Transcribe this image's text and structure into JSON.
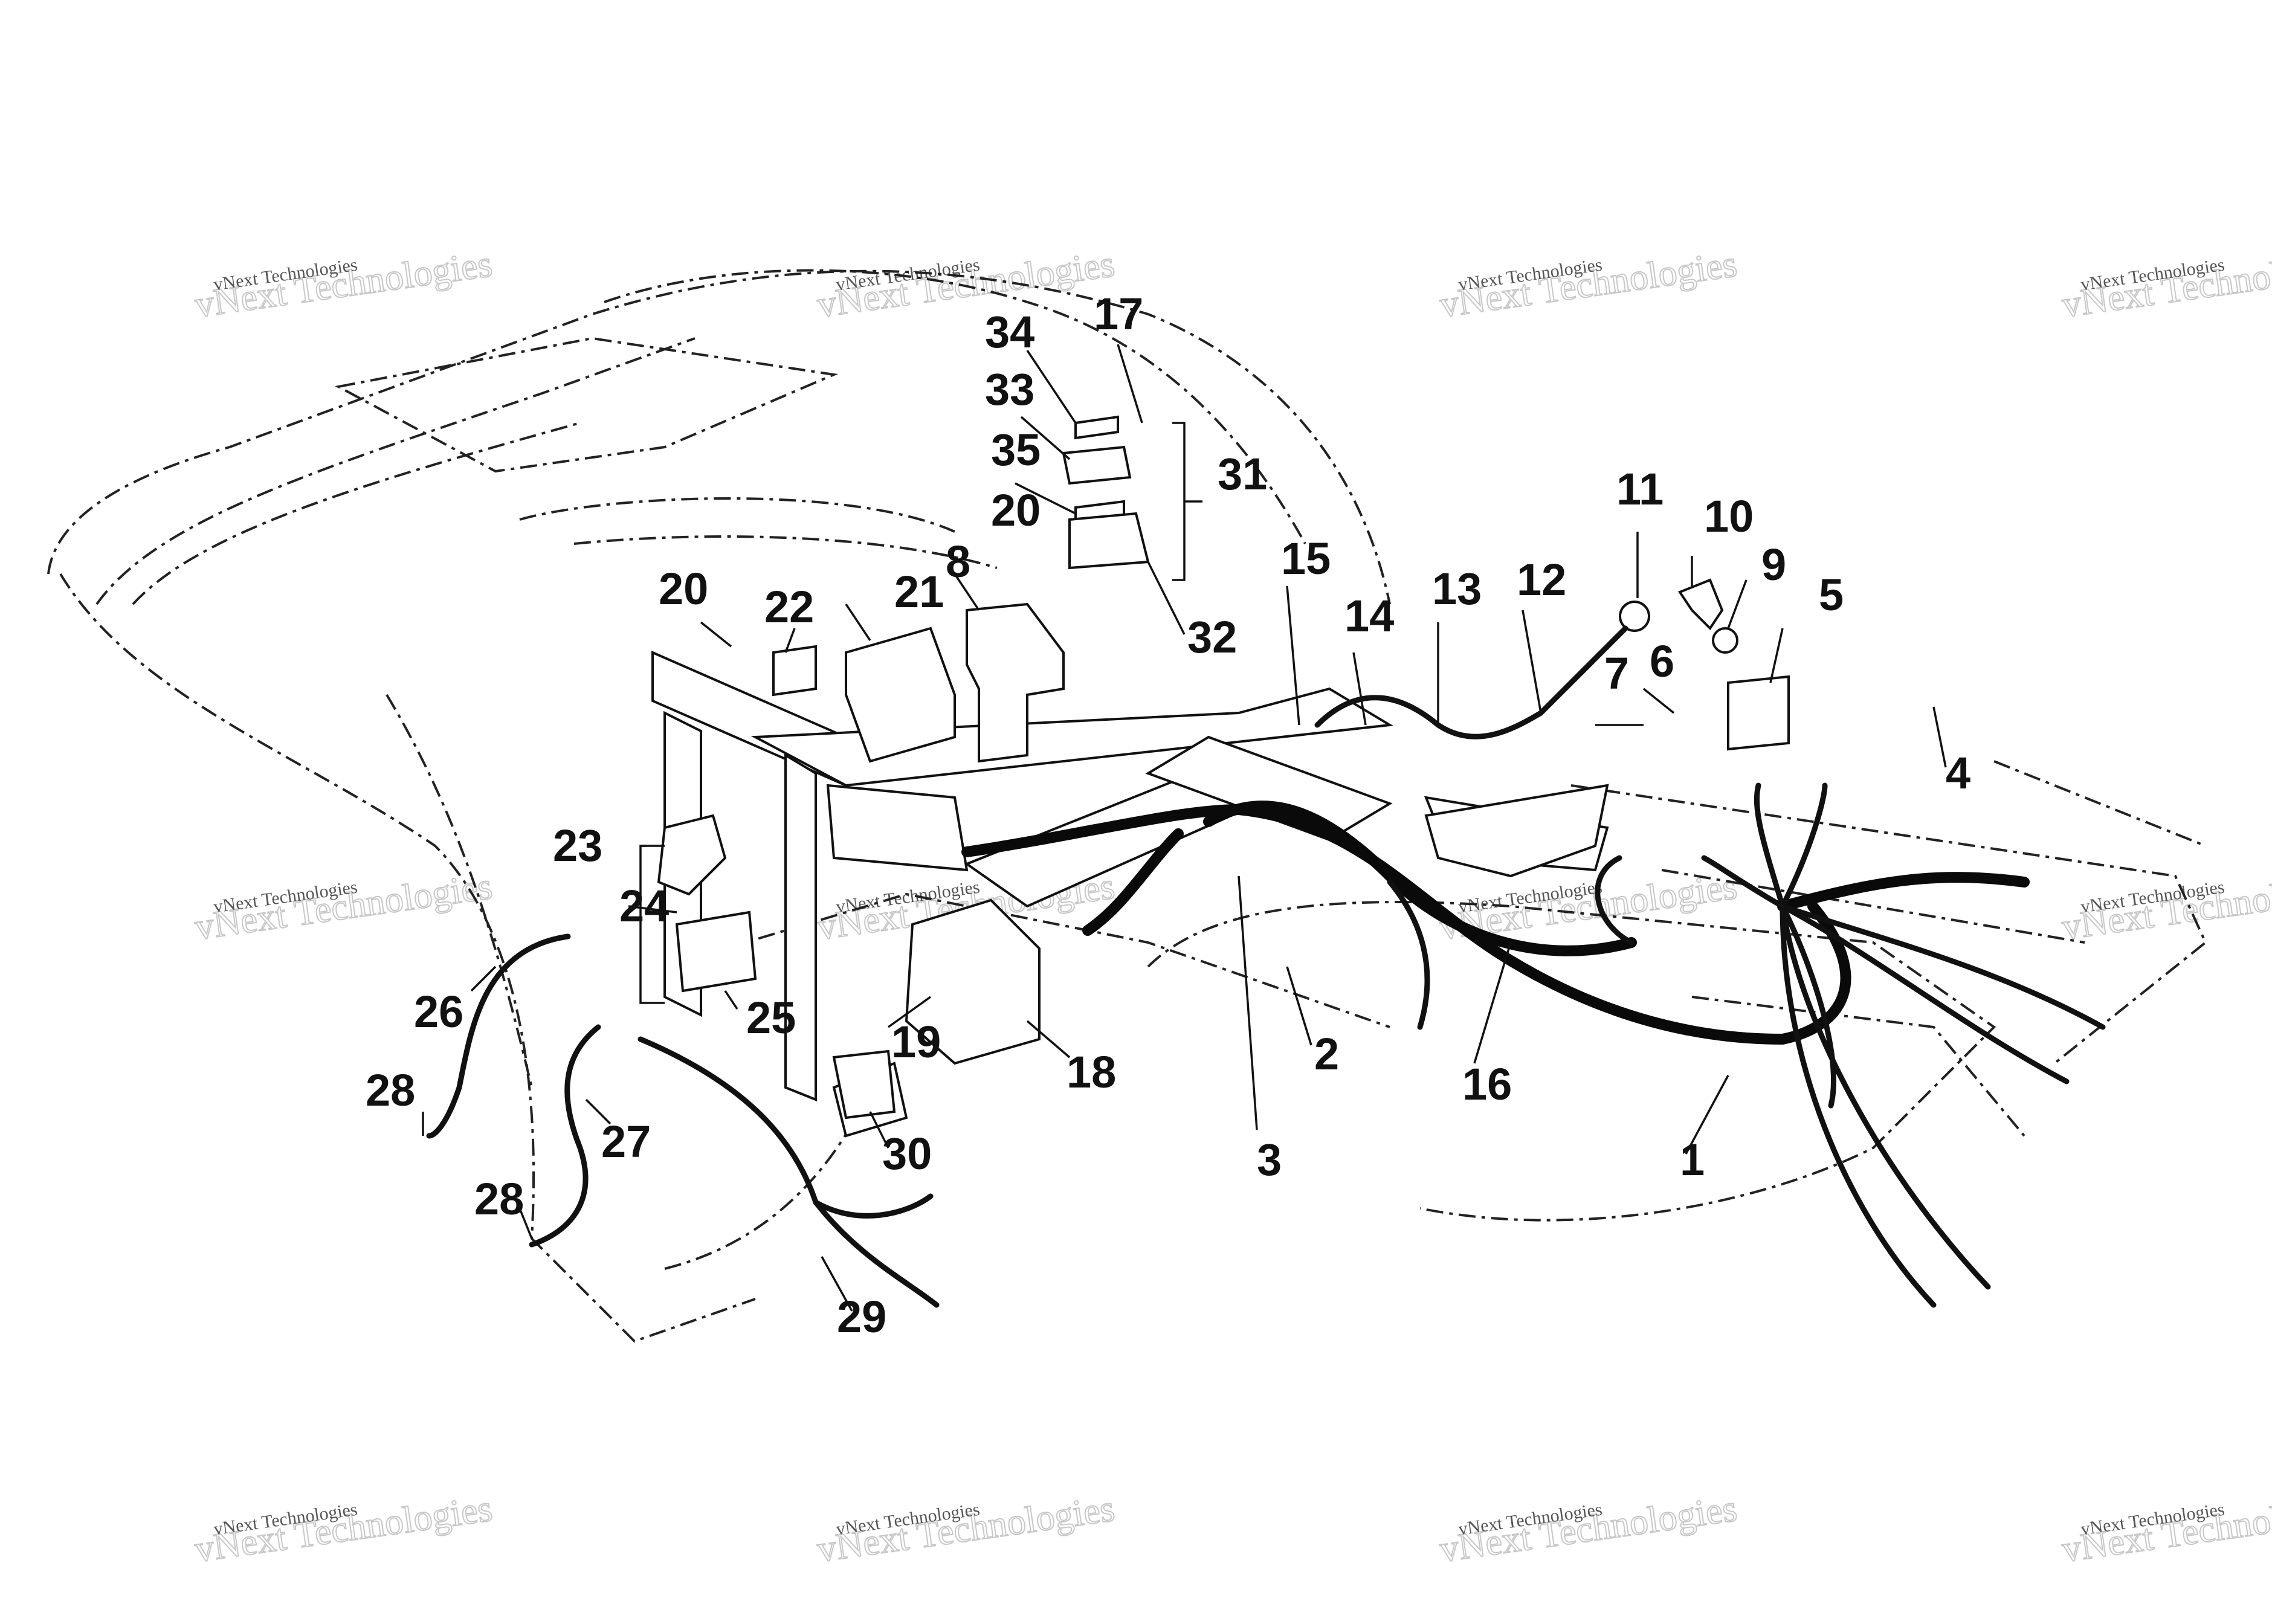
{
  "diagram": {
    "callouts": [
      {
        "id": "1"
      },
      {
        "id": "2"
      },
      {
        "id": "3"
      },
      {
        "id": "4"
      },
      {
        "id": "5"
      },
      {
        "id": "6"
      },
      {
        "id": "7"
      },
      {
        "id": "8"
      },
      {
        "id": "9"
      },
      {
        "id": "10"
      },
      {
        "id": "11"
      },
      {
        "id": "12"
      },
      {
        "id": "13"
      },
      {
        "id": "14"
      },
      {
        "id": "15"
      },
      {
        "id": "16"
      },
      {
        "id": "17"
      },
      {
        "id": "18"
      },
      {
        "id": "19"
      },
      {
        "id": "20"
      },
      {
        "id": "20"
      },
      {
        "id": "21"
      },
      {
        "id": "22"
      },
      {
        "id": "23"
      },
      {
        "id": "24"
      },
      {
        "id": "25"
      },
      {
        "id": "26"
      },
      {
        "id": "27"
      },
      {
        "id": "28"
      },
      {
        "id": "28"
      },
      {
        "id": "29"
      },
      {
        "id": "30"
      },
      {
        "id": "31"
      },
      {
        "id": "32"
      },
      {
        "id": "33"
      },
      {
        "id": "34"
      },
      {
        "id": "35"
      }
    ]
  },
  "watermark": {
    "line1": "vNext Technologies",
    "line2": "vNext Technologies"
  },
  "colors": {
    "ink": "#111111",
    "watermark": "#c8c8c8",
    "background": "#ffffff"
  }
}
